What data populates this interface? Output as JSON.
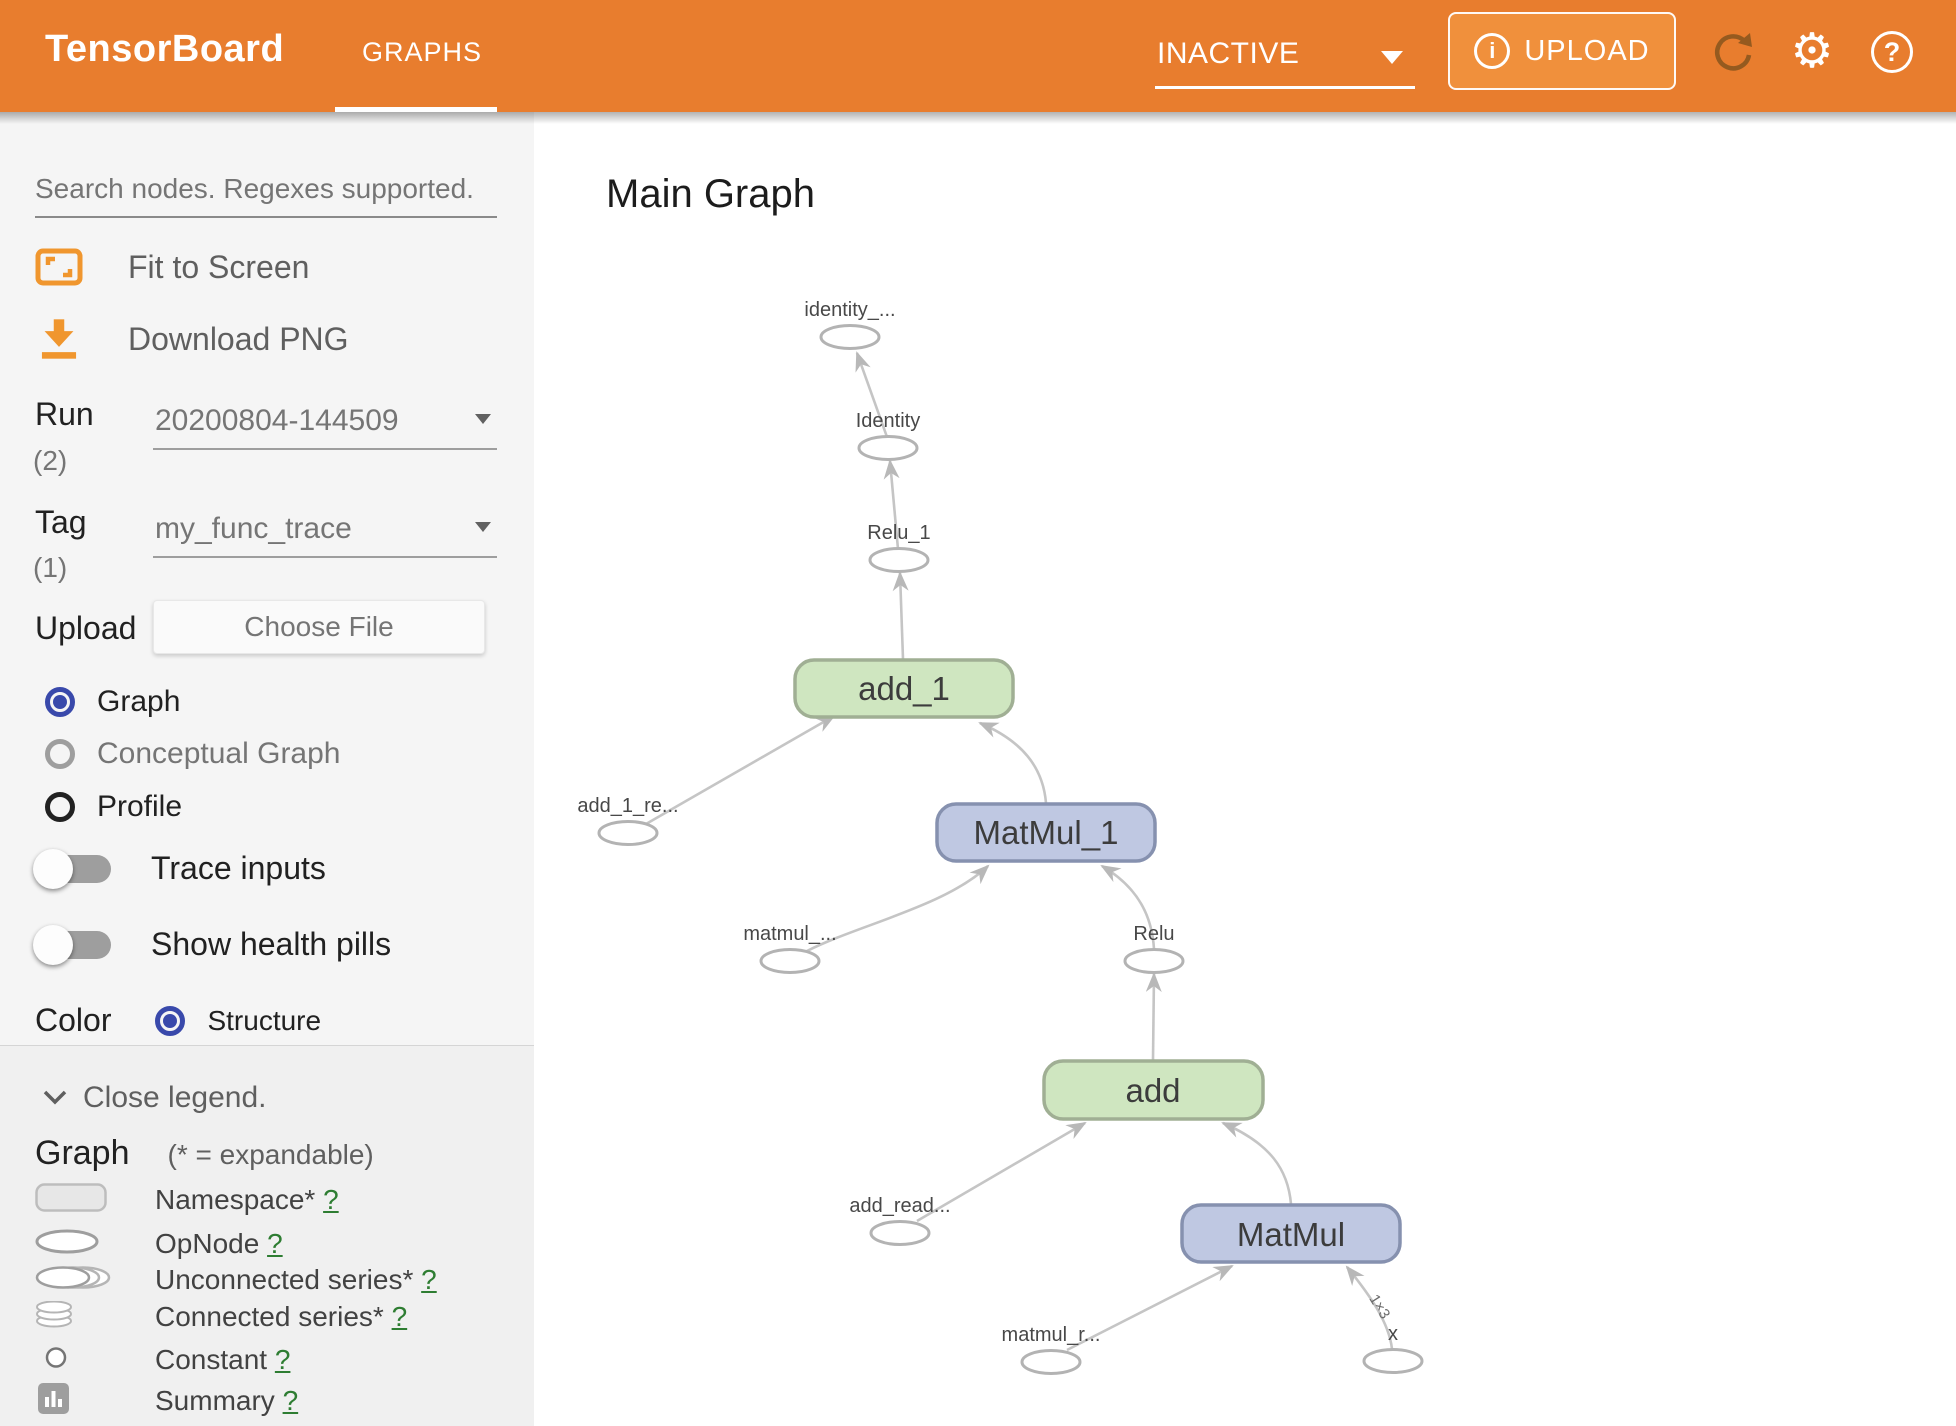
{
  "header": {
    "app_title": "TensorBoard",
    "tab_graphs": "GRAPHS",
    "status_value": "INACTIVE",
    "upload_label": "UPLOAD"
  },
  "sidebar": {
    "search_placeholder": "Search nodes. Regexes supported.",
    "fit_to_screen": "Fit to Screen",
    "download_png": "Download PNG",
    "run_label": "Run",
    "run_count": "(2)",
    "run_value": "20200804-144509",
    "tag_label": "Tag",
    "tag_count": "(1)",
    "tag_value": "my_func_trace",
    "upload_label": "Upload",
    "choose_file_label": "Choose File",
    "radios": [
      {
        "label": "Graph",
        "selected": true
      },
      {
        "label": "Conceptual Graph",
        "selected": false
      },
      {
        "label": "Profile",
        "selected": false
      }
    ],
    "toggles": [
      {
        "label": "Trace inputs",
        "on": false
      },
      {
        "label": "Show health pills",
        "on": false
      }
    ],
    "color_label": "Color",
    "color_option": "Structure",
    "legend": {
      "close_label": "Close legend.",
      "heading": "Graph",
      "expandable_note": "(* = expandable)",
      "items": [
        {
          "label": "Namespace*",
          "help": "?"
        },
        {
          "label": "OpNode",
          "help": "?"
        },
        {
          "label": "Unconnected series*",
          "help": "?"
        },
        {
          "label": "Connected series*",
          "help": "?"
        },
        {
          "label": "Constant",
          "help": "?"
        },
        {
          "label": "Summary",
          "help": "?"
        }
      ]
    }
  },
  "main": {
    "title": "Main Graph"
  },
  "graph": {
    "nodes": [
      {
        "label": "identity_...",
        "type": "opnode"
      },
      {
        "label": "Identity",
        "type": "opnode"
      },
      {
        "label": "Relu_1",
        "type": "opnode"
      },
      {
        "label": "add_1",
        "type": "group-green"
      },
      {
        "label": "add_1_re...",
        "type": "opnode"
      },
      {
        "label": "MatMul_1",
        "type": "group-blue"
      },
      {
        "label": "matmul_...",
        "type": "opnode"
      },
      {
        "label": "Relu",
        "type": "opnode"
      },
      {
        "label": "add",
        "type": "group-green"
      },
      {
        "label": "add_read...",
        "type": "opnode"
      },
      {
        "label": "MatMul",
        "type": "group-blue"
      },
      {
        "label": "matmul_r...",
        "type": "opnode"
      },
      {
        "label": "x",
        "type": "opnode"
      }
    ],
    "edge_shape_label": "1×3",
    "colors": {
      "header_orange": "#e87d2e",
      "node_green_fill": "#cfe6c0",
      "node_green_border": "#a0af94",
      "node_blue_fill": "#bfc8e2",
      "node_blue_border": "#8691af",
      "edge_gray": "#c5c5c5",
      "accent_indigo": "#3949ab",
      "help_link_green": "#2e7d32"
    }
  }
}
